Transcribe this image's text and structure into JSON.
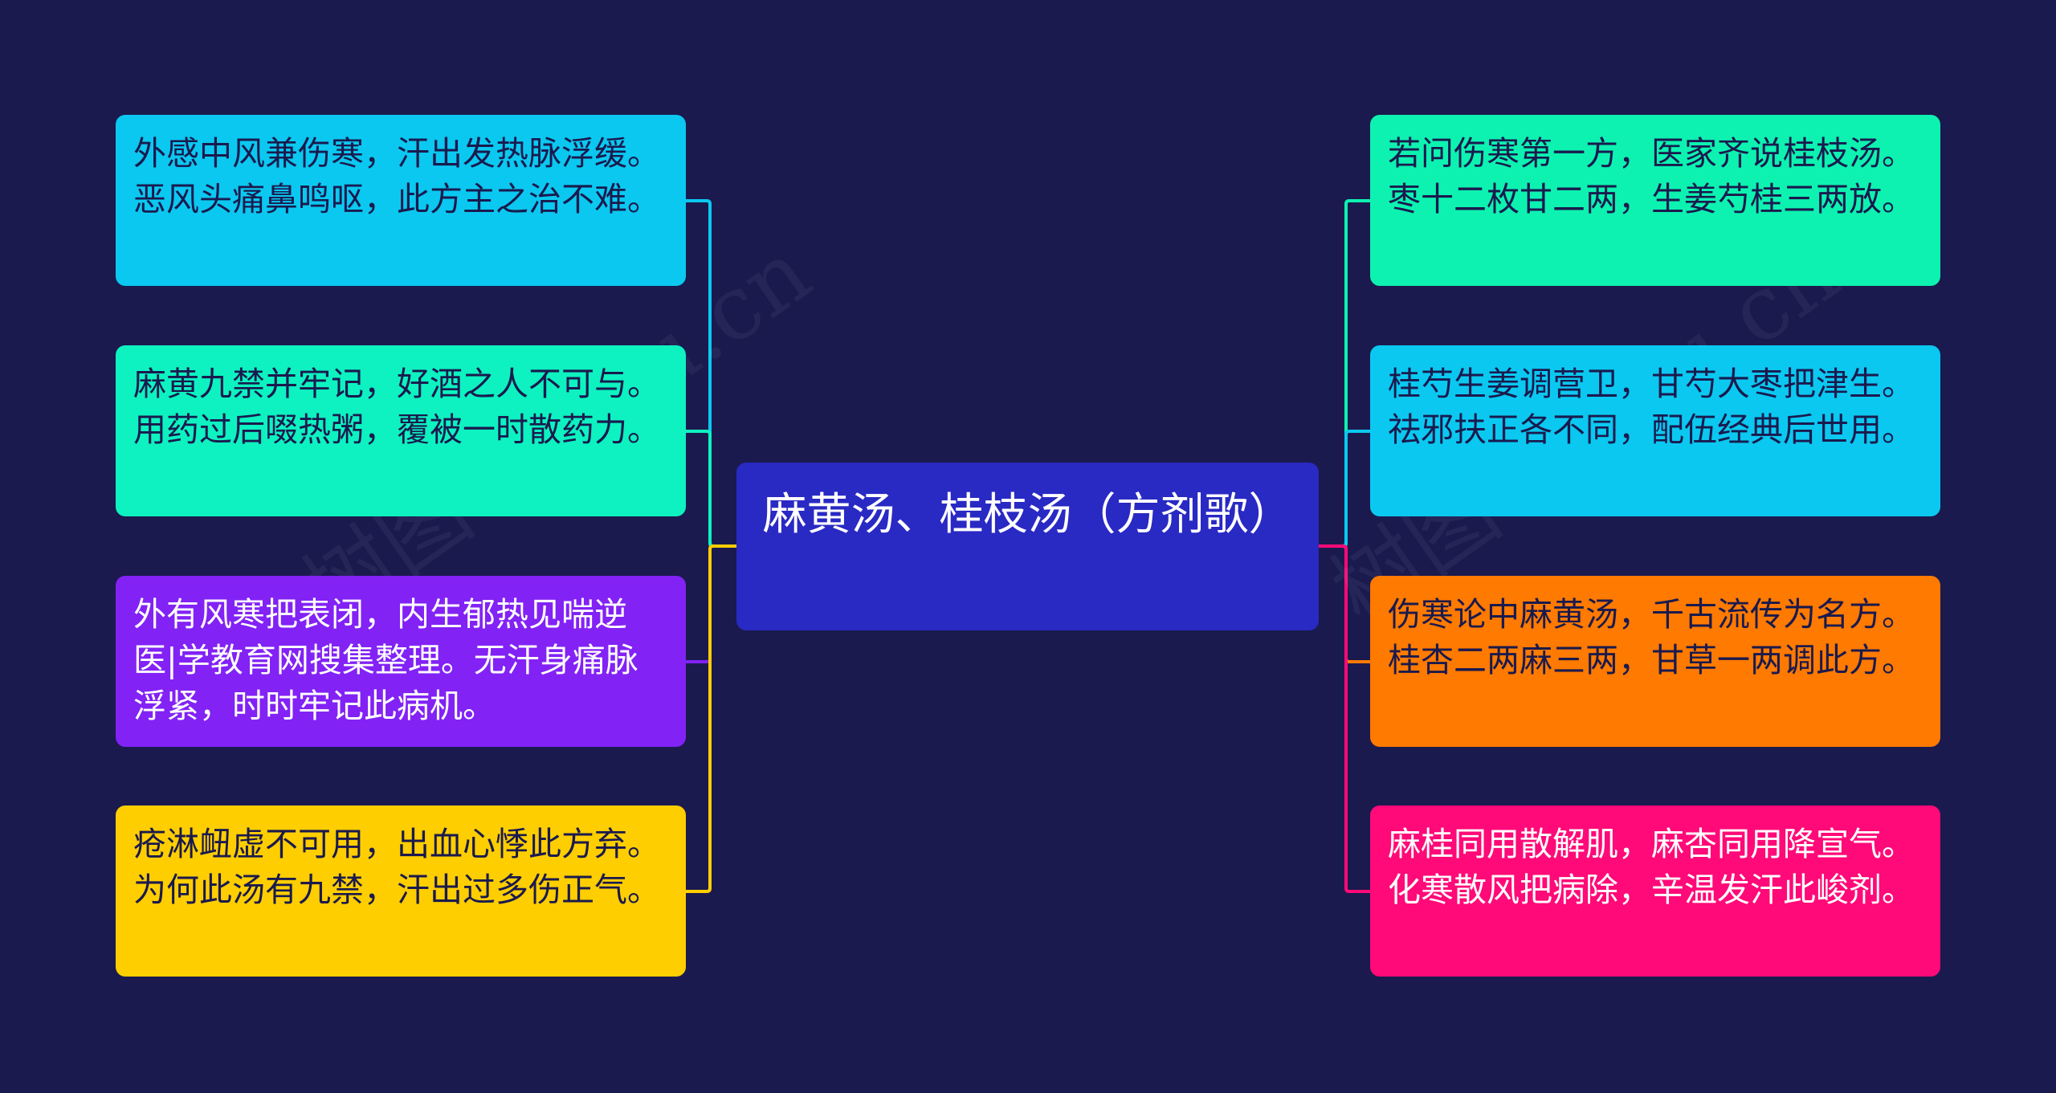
{
  "center": {
    "label": "麻黄汤、桂枝汤（方剂歌）",
    "color": "#2929c4"
  },
  "left_nodes": [
    {
      "text": "外感中风兼伤寒，汗出发热脉浮缓。恶风头痛鼻鸣呕，此方主之治不难。",
      "color": "#0bc8f0",
      "line_color": "#0bc8f0",
      "text_color": "#1a1a4e"
    },
    {
      "text": "麻黄九禁并牢记，好酒之人不可与。用药过后啜热粥，覆被一时散药力。",
      "color": "#0df2c0",
      "line_color": "#0df2c0",
      "text_color": "#1a1a4e"
    },
    {
      "text": "外有风寒把表闭，内生郁热见喘逆医|学教育网搜集整理。无汗身痛脉浮紧，时时牢记此病机。",
      "color": "#8222f5",
      "line_color": "#8222f5",
      "text_color": "#ffffff"
    },
    {
      "text": "疮淋衄虚不可用，出血心悸此方弃。为何此汤有九禁，汗出过多伤正气。",
      "color": "#ffce00",
      "line_color": "#ffce00",
      "text_color": "#1a1a4e"
    }
  ],
  "right_nodes": [
    {
      "text": "若问伤寒第一方，医家齐说桂枝汤。枣十二枚甘二两，生姜芍桂三两放。",
      "color": "#0df2b0",
      "line_color": "#0df2b0",
      "text_color": "#1a1a4e"
    },
    {
      "text": "桂芍生姜调营卫，甘芍大枣把津生。祛邪扶正各不同，配伍经典后世用。",
      "color": "#0bc8f0",
      "line_color": "#0bc8f0",
      "text_color": "#1a1a4e"
    },
    {
      "text": "伤寒论中麻黄汤，千古流传为名方。桂杏二两麻三两，甘草一两调此方。",
      "color": "#ff7a00",
      "line_color": "#ff7a00",
      "text_color": "#1a1a4e"
    },
    {
      "text": "麻桂同用散解肌，麻杏同用降宣气。化寒散风把病除，辛温发汗此峻剂。",
      "color": "#ff0a78",
      "line_color": "#ff0a78",
      "text_color": "#ffffff"
    }
  ],
  "watermark": "树图 shutu.cn"
}
